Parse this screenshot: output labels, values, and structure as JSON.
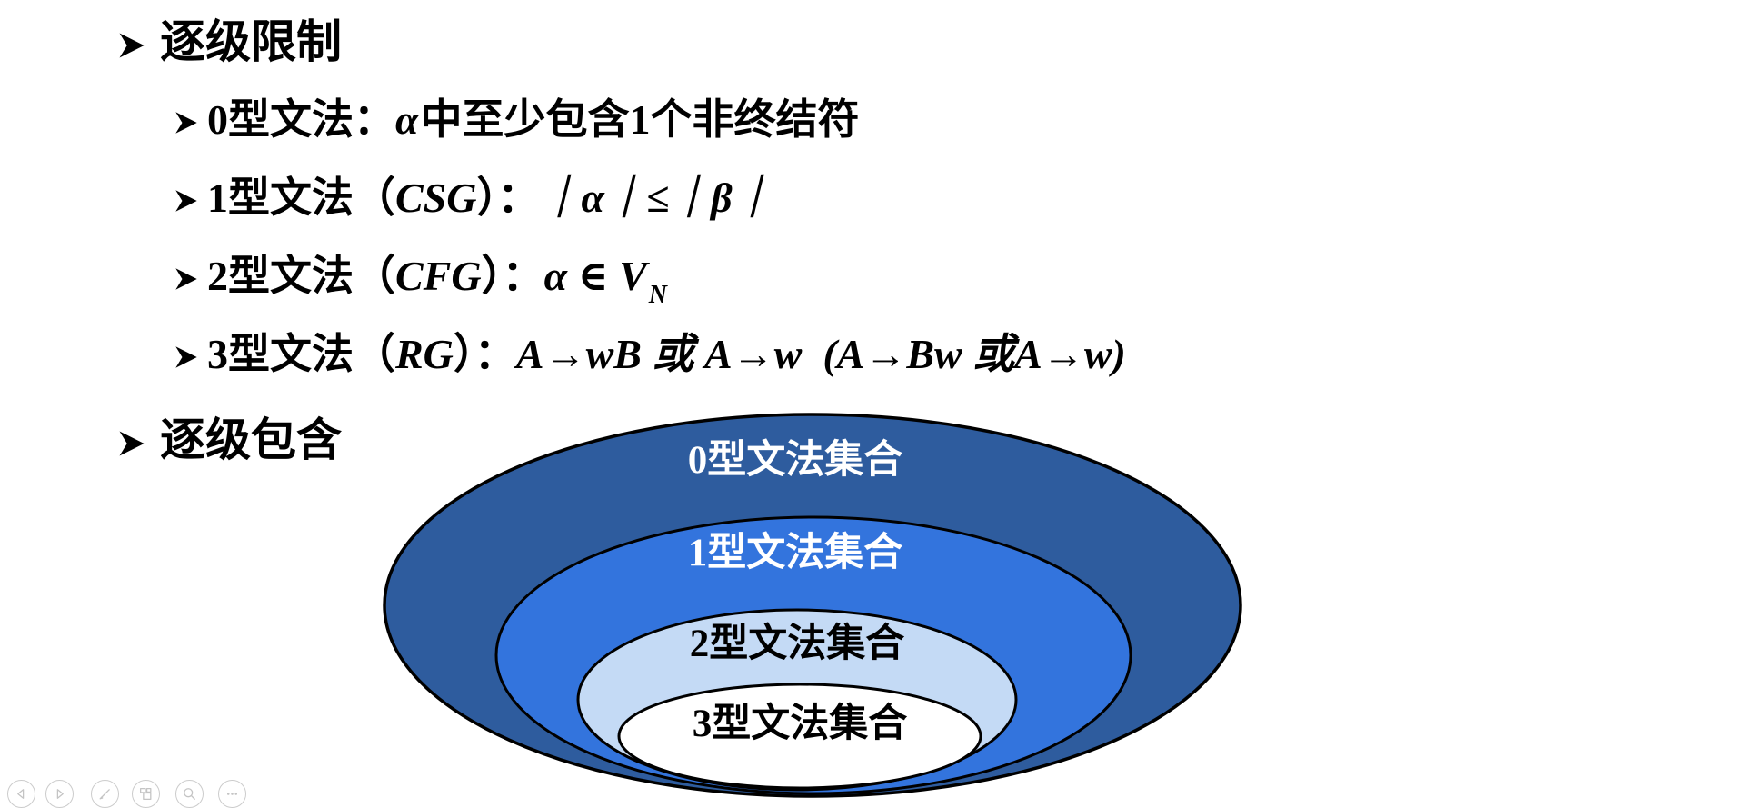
{
  "slide": {
    "section_restriction": {
      "title": "逐级限制"
    },
    "grammar_items": [
      {
        "pre": "0型文法：",
        "abbr": "",
        "post": "",
        "formula": "α",
        "subscript": "",
        "tail": "中至少包含1个非终结符"
      },
      {
        "pre": "1型文法（",
        "abbr": "CSG",
        "post": "）：",
        "formula": "｜α｜≤｜β｜",
        "subscript": "",
        "tail": ""
      },
      {
        "pre": "2型文法（",
        "abbr": "CFG",
        "post": "）：",
        "formula": "α ∈ V",
        "subscript": "N",
        "tail": ""
      },
      {
        "pre": "3型文法（",
        "abbr": "RG",
        "post": "）：",
        "formula": "A→wB 或 A→w  (A→Bw 或A→w)",
        "subscript": "",
        "tail": ""
      }
    ],
    "section_inclusion": {
      "title": "逐级包含"
    },
    "diagram": {
      "stroke_color": "#000000",
      "rings": [
        {
          "label": "0型文法集合",
          "fill": "#2E5C9E",
          "text_color": "#FFFFFF"
        },
        {
          "label": "1型文法集合",
          "fill": "#3374DD",
          "text_color": "#FFFFFF"
        },
        {
          "label": "2型文法集合",
          "fill": "#C4DAF5",
          "text_color": "#000000"
        },
        {
          "label": "3型文法集合",
          "fill": "#FFFFFF",
          "text_color": "#000000"
        }
      ]
    }
  },
  "toolbar": {
    "buttons": [
      {
        "name": "previous-slide",
        "icon": "left-triangle"
      },
      {
        "name": "next-slide",
        "icon": "right-triangle"
      },
      {
        "name": "pen-tools",
        "icon": "pen"
      },
      {
        "name": "see-all-slides",
        "icon": "slides-grid"
      },
      {
        "name": "zoom",
        "icon": "magnifier"
      },
      {
        "name": "more-options",
        "icon": "ellipsis"
      }
    ]
  }
}
